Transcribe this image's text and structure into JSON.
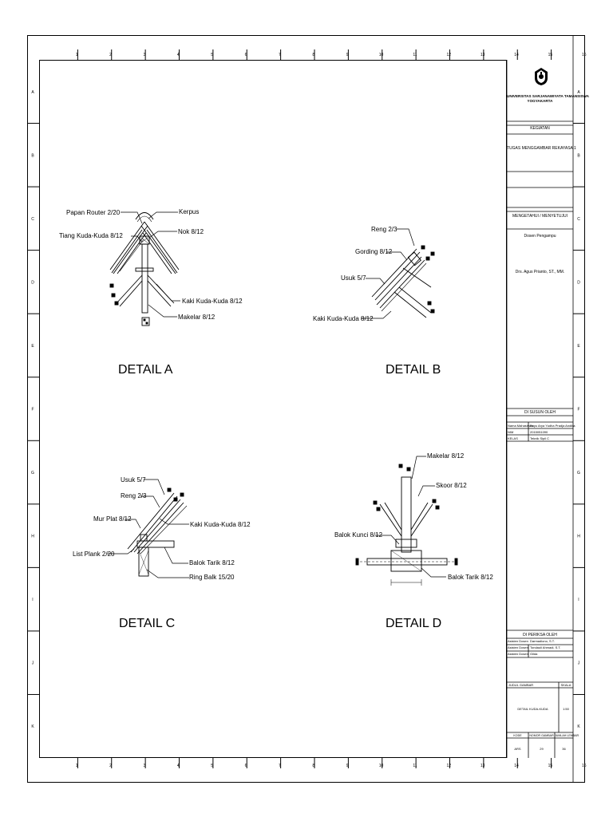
{
  "grid": {
    "columns": [
      "1",
      "2",
      "3",
      "4",
      "5",
      "6",
      "7",
      "8",
      "9",
      "10",
      "11",
      "12",
      "13",
      "14",
      "15",
      "16"
    ],
    "rows": [
      "A",
      "B",
      "C",
      "D",
      "E",
      "F",
      "G",
      "H",
      "I",
      "J",
      "K"
    ]
  },
  "title_block": {
    "university_line1": "UNIVERSITAS SARJANAWIYATA TAMANSISWA",
    "university_line2": "YOGYAKARTA",
    "kegiatan_label": "KEGIATAN",
    "kegiatan_value": "TUGAS MENGGAMBAR REKAYASA 1",
    "mengetahui_label": "MENGETAHUI / MENYETUJUI",
    "dosen_pengampu_label": "Dosen Pengampu",
    "dosen_pengampu_name": "Drs. Agus Prianto, ST., MM.",
    "disusun_label": "DI SUSUN OLEH",
    "nama_label": "Nama Mahasiswa",
    "nama_value": "Bayu Arya Yudha Pradja Andika",
    "nim_label": "NIM",
    "nim_value": "2015051090",
    "kelas_label": "KELAS",
    "kelas_value": "Teknik Sipil C",
    "diperiksa_label": "DI PERIKSA OLEH",
    "asisten": [
      {
        "label": "Asisten Dosen",
        "value": "Darmadiono, S.T."
      },
      {
        "label": "Asisten Dosen",
        "value": "Tondauli Ahmadi, S.T."
      },
      {
        "label": "Asisten Dosen",
        "value": "Gilda"
      }
    ],
    "judul_label": "JUDUL GAMBAR",
    "skala_label": "SKALA",
    "judul_value": "DETAIL KUDA-KUDA",
    "skala_value": "1:50",
    "kode_label": "KODE",
    "nomor_label": "NOMOR GAMBAR",
    "jumlah_label": "JUMLAH LEMBAR",
    "kode_value": "ARS",
    "nomor_value": "29",
    "jumlah_value": "36"
  },
  "details": [
    {
      "title": "DETAIL A",
      "labels": [
        "Papan Router 2/20",
        "Kerpus",
        "Tiang Kuda-Kuda 8/12",
        "Nok 8/12",
        "Kaki Kuda-Kuda 8/12",
        "Makelar 8/12"
      ]
    },
    {
      "title": "DETAIL B",
      "labels": [
        "Reng 2/3",
        "Gording 8/12",
        "Usuk 5/7",
        "Kaki Kuda-Kuda 8/12"
      ]
    },
    {
      "title": "DETAIL C",
      "labels": [
        "Usuk 5/7",
        "Reng 2/3",
        "Mur Plat 8/12",
        "Kaki Kuda-Kuda 8/12",
        "List Plank 2/20",
        "Balok Tarik 8/12",
        "Ring Balk 15/20"
      ]
    },
    {
      "title": "DETAIL D",
      "labels": [
        "Makelar 8/12",
        "Skoor 8/12",
        "Balok Kunci 8/12",
        "Balok Tarik 8/12"
      ]
    }
  ]
}
